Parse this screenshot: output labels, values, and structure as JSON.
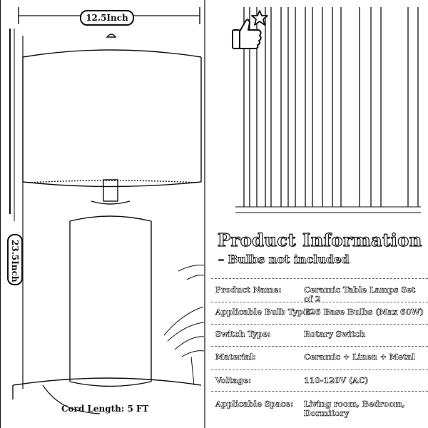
{
  "dimensions": {
    "width": "12.5Inch",
    "height": "23.5Inch",
    "cord": "Cord Length: 5 FT"
  },
  "info": {
    "title": "Product Information",
    "subtitle": "– Bulbs not included",
    "specs": [
      {
        "label": "Product Name:",
        "value": "Ceramic Table Lamps Set of 2"
      },
      {
        "label": "Applicable Bulb Type:",
        "value": "E26 Base Bulbs (Max 60W)"
      },
      {
        "label": "Switch Type:",
        "value": "Rotary Switch"
      },
      {
        "label": "Material:",
        "value": "Ceramic + Linen + Metal"
      },
      {
        "label": "Voltage:",
        "value": "110-120V (AC)"
      },
      {
        "label": "Applicable Space:",
        "value": "Living room, Bedroom, Dormitory"
      }
    ]
  },
  "icons": {
    "thumb": "thumbs-up-icon",
    "star": "star-icon"
  }
}
